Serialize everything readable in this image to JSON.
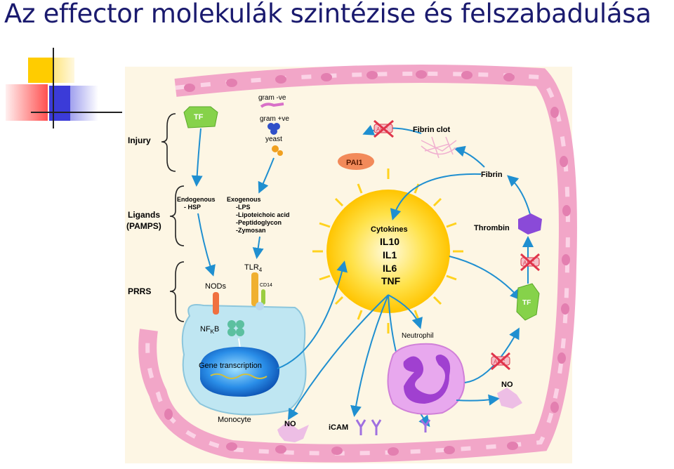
{
  "title": "Az effector molekulák szintézise és felszabadulása",
  "diagram": {
    "left_labels": {
      "injury": "Injury",
      "ligands": "Ligands",
      "pamps": "(PAMPS)",
      "prrs": "PRRS"
    },
    "tf": "TF",
    "gram_neg": "gram -ve",
    "gram_pos": "gram +ve",
    "yeast": "yeast",
    "endogenous": [
      "Endogenous",
      "- HSP"
    ],
    "exogenous": [
      "Exogenous",
      "-LPS",
      "-Lipoteichoic acid",
      "-Peptidoglycon",
      "-Zymosan"
    ],
    "tlr": "TLR",
    "tlr_sub": "4",
    "cd14": "CD14",
    "nods": "NODs",
    "nfkb": "NF",
    "nfkb_sub": "K",
    "nfkb_b": "B",
    "gene_transcription": "Gene transcription",
    "monocyte": "Monocyte",
    "no": "NO",
    "icam": "iCAM",
    "cytokines": [
      "Cytokines",
      "IL10",
      "IL1",
      "IL6",
      "TNF"
    ],
    "neutrophil": "Neutrophil",
    "apc": "APC",
    "pai1": "PAI1",
    "fibrin_clot": "Fibrin clot",
    "fibrin": "Fibrin",
    "thrombin": "Thrombin",
    "tf_right": "TF",
    "colors": {
      "arrow": "#1f8fd0",
      "vessel_wall": "#f2a6c8",
      "cell": "#bfe6f2",
      "nucleus": "#1c7fe0",
      "sun": "#ffd21f",
      "neutrophil": "#d676e8",
      "apc": "#e0344a",
      "pai1": "#f28a5a",
      "tf": "#86d24a",
      "title": "#1a1a6e"
    }
  }
}
